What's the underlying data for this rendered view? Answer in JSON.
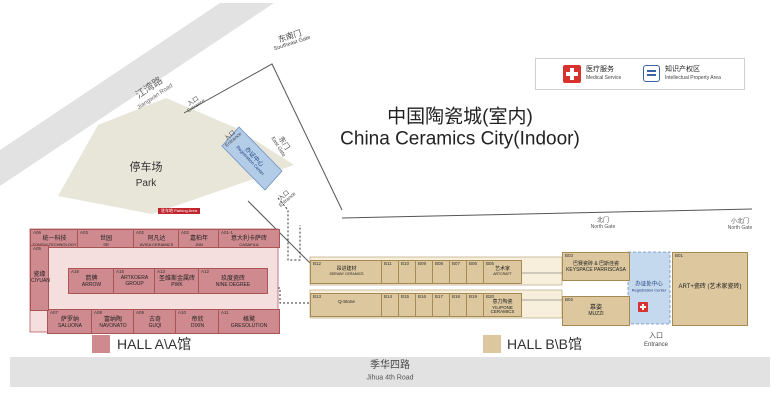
{
  "title": {
    "zh": "中国陶瓷城(室内)",
    "en": "China Ceramics City(Indoor)"
  },
  "legend": {
    "medical": {
      "zh": "医疗服务",
      "en": "Medical Service",
      "icon": "medical-cross-icon"
    },
    "ip": {
      "zh": "知识产权区",
      "en": "Intellectual Property Area",
      "icon": "document-icon"
    }
  },
  "roads": {
    "jiangwan": {
      "zh": "江湾路",
      "en": "Jiangwan Road"
    },
    "jihua": {
      "zh": "季华四路",
      "en": "Jihua 4th Road"
    }
  },
  "gates": {
    "southeast": {
      "zh": "东南门",
      "en": "Southeast Gate"
    },
    "east": {
      "zh": "东门",
      "en": "East Gate"
    },
    "north": {
      "zh": "北门",
      "en": "North Gate"
    },
    "small_north": {
      "zh": "小北门",
      "en": "North Gate"
    }
  },
  "entrances": {
    "left_top": {
      "zh": "入口",
      "en": "Entrance"
    },
    "left_mid": {
      "zh": "入口",
      "en": "Entrance"
    },
    "corridor": {
      "zh": "入口",
      "en": "Entrance"
    },
    "bottom": {
      "zh": "入口",
      "en": "Entrance"
    }
  },
  "parking": {
    "zh": "停车场",
    "en": "Park",
    "sign": "驻车地 Parking Area"
  },
  "registration": {
    "zh": "办证中心",
    "en": "Registration Center"
  },
  "registration_b": {
    "zh": "办证处中心",
    "en": "Registration Center"
  },
  "hall_a": {
    "label": "HALL A\\A馆",
    "color": "#cf8a8f",
    "top_row": [
      {
        "code": "A06",
        "cn": "统一科技",
        "en": "TONGYI TECHNOLOGY"
      },
      {
        "code": "A03",
        "cn": "世园",
        "en": "SR"
      },
      {
        "code": "A02",
        "cn": "阿凡达",
        "en": "AVISA CERAMICS"
      },
      {
        "code": "A02",
        "cn": "嘉柏年",
        "en": "JBN"
      },
      {
        "code": "A01-1",
        "cn": "意大利卡萨砖",
        "en": "CASAFILA"
      }
    ],
    "side": {
      "code": "A05",
      "cn": "瓷缘",
      "en": "CIYUAN"
    },
    "mid_row": [
      {
        "code": "A16",
        "cn": "箭牌",
        "en": "ARROW"
      },
      {
        "code": "A15",
        "cn": "",
        "en": "ARTKOERA GROUP"
      },
      {
        "code": "A13",
        "cn": "圣维斯金属砖",
        "en": "PWK"
      },
      {
        "code": "A12",
        "cn": "玖度瓷砖",
        "en": "NINE DEGREE"
      }
    ],
    "bottom_row": [
      {
        "code": "A07",
        "cn": "萨罗纳",
        "en": "SALUONA"
      },
      {
        "code": "A08",
        "cn": "富纳陶",
        "en": "NAVONATO"
      },
      {
        "code": "A09",
        "cn": "古奇",
        "en": "GUQI"
      },
      {
        "code": "A10",
        "cn": "帝欣",
        "en": "DIXIN"
      },
      {
        "code": "A11",
        "cn": "格鹫",
        "en": "GRESOLUTION"
      }
    ]
  },
  "hall_b": {
    "label": "HALL B\\B馆",
    "color": "#dcc79e",
    "top_row": [
      {
        "code": "B12",
        "cn": "昂进建材",
        "en": "SEEWAY CERAMICS"
      },
      {
        "code": "B11",
        "cn": "",
        "en": ""
      },
      {
        "code": "B10",
        "cn": "",
        "en": ""
      },
      {
        "code": "B09",
        "cn": "",
        "en": ""
      },
      {
        "code": "B08",
        "cn": "",
        "en": ""
      },
      {
        "code": "B07",
        "cn": "",
        "en": ""
      },
      {
        "code": "B06",
        "cn": "",
        "en": ""
      },
      {
        "code": "B05",
        "cn": "艺术家",
        "en": "ARTCRAFT"
      }
    ],
    "bottom_row": [
      {
        "code": "B13",
        "cn": "",
        "en": "Q-Stone"
      },
      {
        "code": "B14",
        "cn": "",
        "en": ""
      },
      {
        "code": "B15",
        "cn": "",
        "en": ""
      },
      {
        "code": "B16",
        "cn": "",
        "en": ""
      },
      {
        "code": "B17",
        "cn": "",
        "en": ""
      },
      {
        "code": "B18",
        "cn": "",
        "en": ""
      },
      {
        "code": "B19",
        "cn": "",
        "en": ""
      },
      {
        "code": "B20",
        "cn": "意力陶瓷",
        "en": "YILIPONE CERAMICS"
      }
    ],
    "b03": {
      "code": "B03",
      "cn": "巴赛瓷砖 & 巴斯佳瓷",
      "en": "KEYSPACE  PARRISCASA"
    },
    "b02": {
      "code": "B02",
      "cn": "慕姿",
      "en": "MUZZI"
    },
    "b01": {
      "code": "B01",
      "cn": "ART+瓷砖 (艺术家瓷砖)",
      "en": ""
    }
  }
}
